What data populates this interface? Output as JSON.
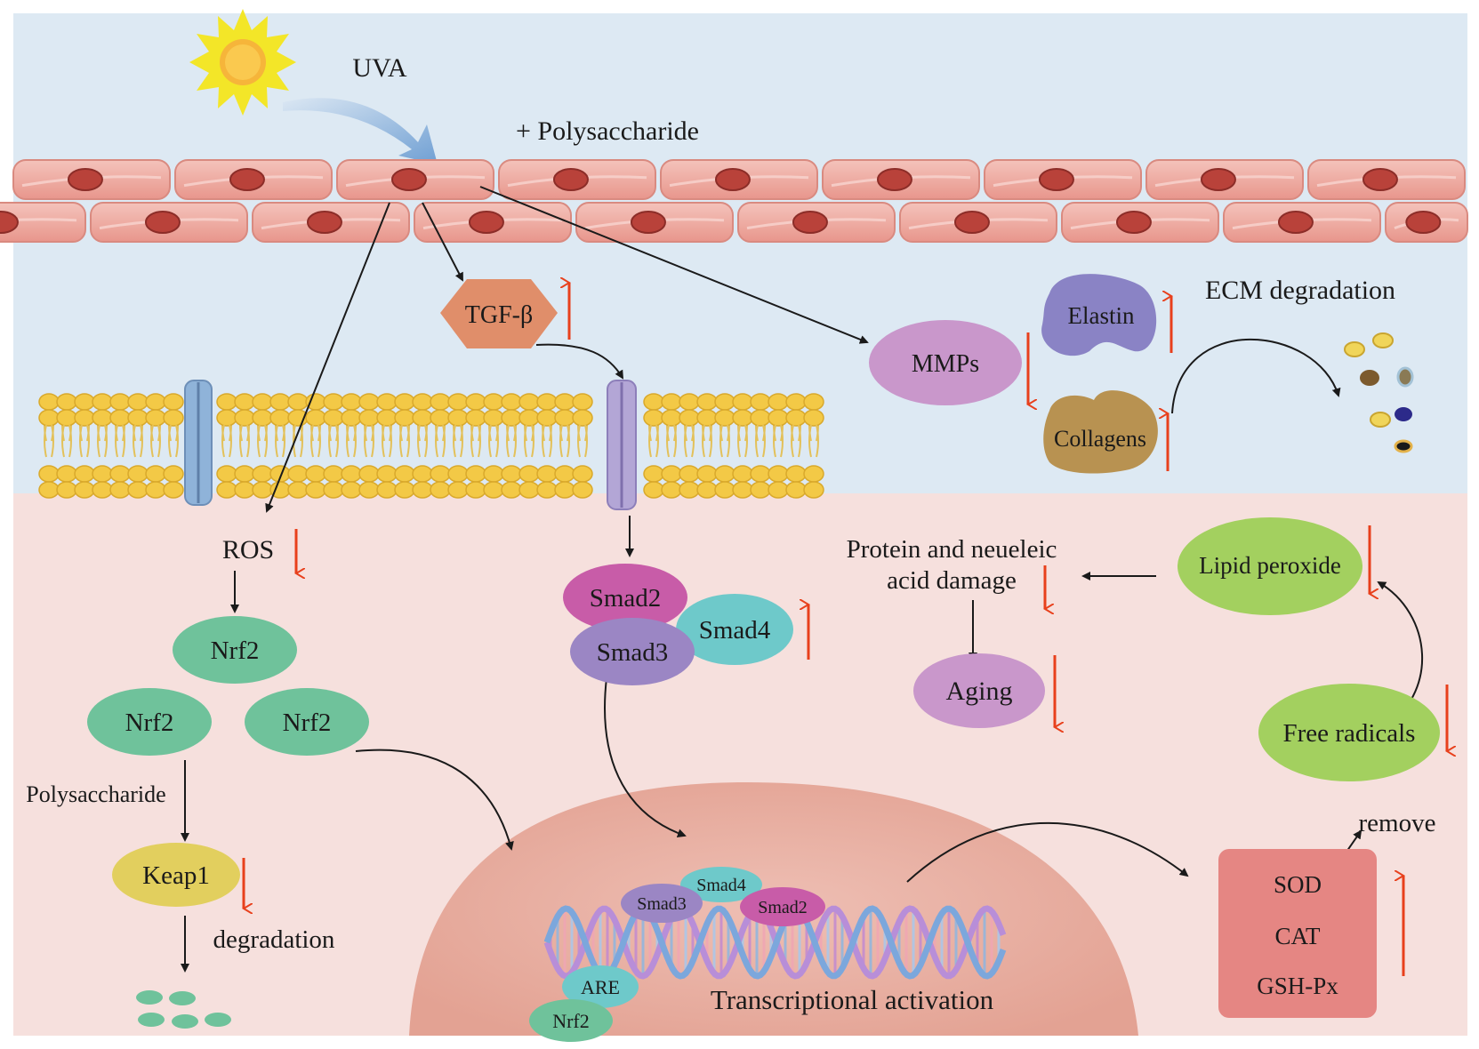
{
  "labels": {
    "uva": "UVA",
    "polysaccharide_top": "+ Polysaccharide",
    "tgf": "TGF-β",
    "mmps": "MMPs",
    "elastin": "Elastin",
    "collagens": "Collagens",
    "ecm_degradation": "ECM degradation",
    "ros": "ROS",
    "nrf2_a": "Nrf2",
    "nrf2_b": "Nrf2",
    "nrf2_c": "Nrf2",
    "polysaccharide_left": "Polysaccharide",
    "keap1": "Keap1",
    "degradation": "degradation",
    "smad2": "Smad2",
    "smad3": "Smad3",
    "smad4": "Smad4",
    "protein_damage_line1": "Protein and neueleic",
    "protein_damage_line2": "acid damage",
    "aging": "Aging",
    "lipid_peroxide": "Lipid peroxide",
    "free_radicals": "Free radicals",
    "remove": "remove",
    "sod": "SOD",
    "cat": "CAT",
    "gshpx": "GSH-Px",
    "dna_smad4": "Smad4",
    "dna_smad3": "Smad3",
    "dna_smad2": "Smad2",
    "dna_are": "ARE",
    "dna_nrf2": "Nrf2",
    "transcriptional_activation": "Transcriptional activation"
  },
  "indicators": {
    "tgf": "up",
    "mmps": "down",
    "elastin": "up",
    "collagens": "up",
    "ros": "down",
    "keap1": "down",
    "smad": "up",
    "protein_damage": "down",
    "aging": "down",
    "lipid_peroxide": "down",
    "free_radicals": "down",
    "antioxidant_enzymes": "up"
  },
  "colors": {
    "sky": "#dde9f3",
    "cytoplasm": "#f6e0dd",
    "nucleus": "#e9b1a6",
    "indicator_arrow": "#e8401c",
    "tgf": "#e08e6a",
    "mmps": "#c997cb",
    "elastin": "#8a83c5",
    "collagens": "#b89251",
    "nrf2": "#6fc29b",
    "keap1": "#e2cf5e",
    "smad2": "#c85ca8",
    "smad3": "#9b86c4",
    "smad4": "#6ec9ca",
    "lipid_peroxide": "#a3d05f",
    "free_radicals": "#a3d05f",
    "aging": "#c997cb",
    "enzyme_box": "#e58683"
  }
}
